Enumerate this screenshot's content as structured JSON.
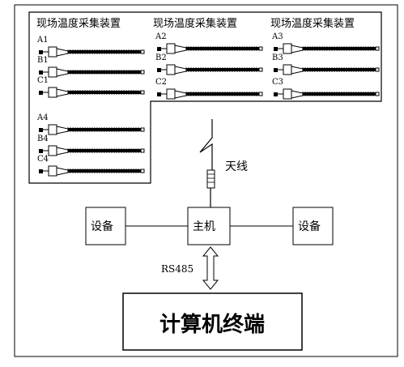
{
  "devices_title": [
    "现场温度采集装置",
    "现场温度采集装置",
    "现场温度采集装置"
  ],
  "sensors": {
    "col1_top": [
      "A1",
      "B1",
      "C1"
    ],
    "col1_bottom": [
      "A4",
      "B4",
      "C4"
    ],
    "col2": [
      "A2",
      "B2",
      "C2"
    ],
    "col3": [
      "A3",
      "B3",
      "C3"
    ]
  },
  "antenna_label": "天线",
  "host_label": "主机",
  "left_device_label": "设备",
  "right_device_label": "设备",
  "link_label": "RS485",
  "terminal_label": "计算机终端"
}
